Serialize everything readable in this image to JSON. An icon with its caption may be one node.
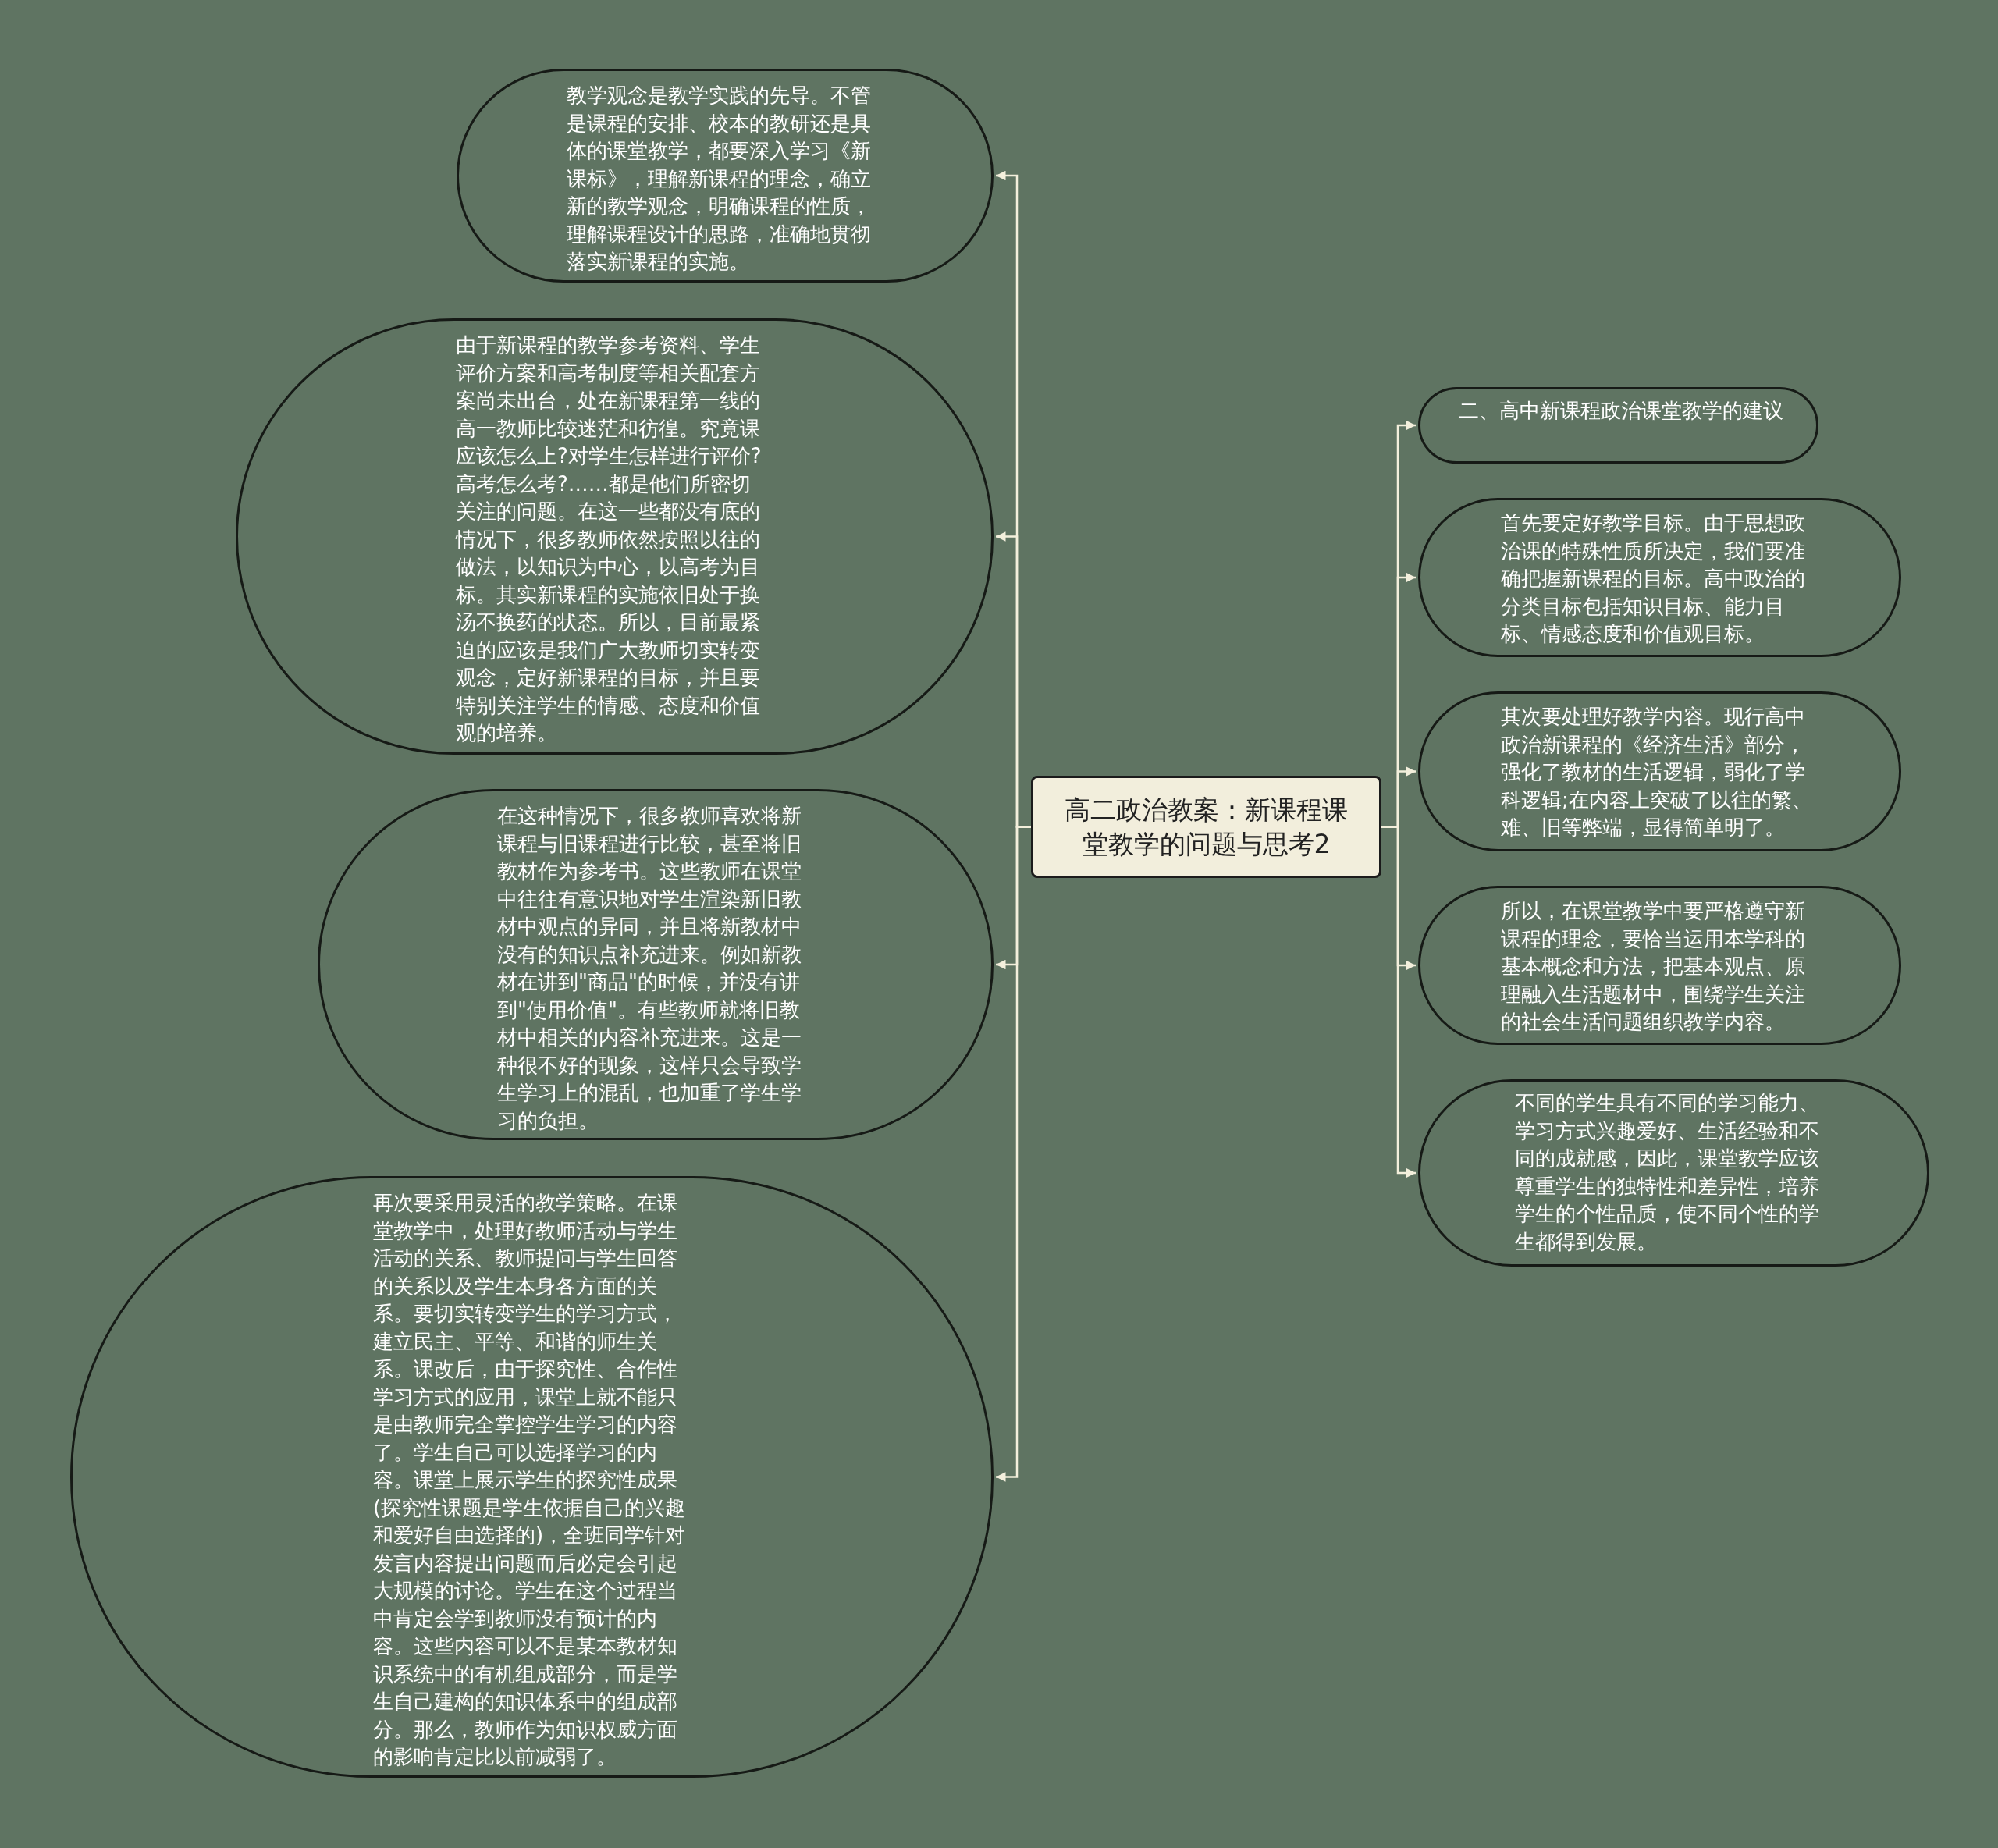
{
  "diagram": {
    "nodes": [
      {
        "text": [
          "高二政治教案：新课程课堂教学的问题与思考2"
        ]
      },
      {
        "text": [
          "教学观念是教学实践的先导。不管是课程的安排、校本的教研还是具体的课堂教学，都要深入学习《新课标》，理解新课程的理念，确立新的教学观念，明确课程的性质，理解课程设计的思路，准确地贯彻落实新课程的实施。"
        ]
      },
      {
        "text": [
          "由于新课程的教学参考资料、学生评价方案和高考制度等相关配套方案尚未出台，处在新课程第一线的高一教师比较迷茫和彷徨。究竟课应该怎么上?对学生怎样进行评价?高考怎么考?……都是他们所密切关注的问题。在这一些都没有底的情况下，很多教师依然按照以往的做法，以知识为中心，以高考为目标。其实新课程的实施依旧处于换汤不换药的状态。所以，目前最紧迫的应该是我们广大教师切实转变观念，定好新课程的目标，并且要特别关注学生的情感、态度和价值观的培养。"
        ]
      },
      {
        "text": [
          "在这种情况下，很多教师喜欢将新课程与旧课程进行比较，甚至将旧教材作为参考书。这些教师在课堂中往往有意识地对学生渲染新旧教材中观点的异同，并且将新教材中没有的知识点补充进来。例如新教材在讲到\"商品\"的时候，并没有讲到\"使用价值\"。有些教师就将旧教材中相关的内容补充进来。这是一种很不好的现象，这样只会导致学生学习上的混乱，也加重了学生学习的负担。"
        ]
      },
      {
        "text": [
          "再次要采用灵活的教学策略。在课堂教学中，处理好教师活动与学生活动的关系、教师提问与学生回答的关系以及学生本身各方面的关系。要切实转变学生的学习方式，建立民主、平等、和谐的师生关系。课改后，由于探究性、合作性学习方式的应用，课堂上就不能只是由教师完全掌控学生学习的内容了。学生自己可以选择学习的内容。课堂上展示学生的探究性成果(探究性课题是学生依据自己的兴趣和爱好自由选择的)，全班同学针对发言内容提出问题而后必定会引起大规模的讨论。学生在这个过程当中肯定会学到教师没有预计的内容。这些内容可以不是某本教材知识系统中的有机组成部分，而是学生自己建构的知识体系中的组成部分。那么，教师作为知识权威方面的影响肯定比以前减弱了。"
        ]
      },
      {
        "text": [
          "二、高中新课程政治课堂教学的建议"
        ]
      },
      {
        "text": [
          "首先要定好教学目标。由于思想政治课的特殊性质所决定，我们要准确把握新课程的目标。高中政治的分类目标包括知识目标、能力目标、情感态度和价值观目标。"
        ]
      },
      {
        "text": [
          "其次要处理好教学内容。现行高中政治新课程的《经济生活》部分，强化了教材的生活逻辑，弱化了学科逻辑;在内容上突破了以往的繁、难、旧等弊端，显得简单明了。"
        ]
      },
      {
        "text": [
          "所以，在课堂教学中要严格遵守新课程的理念，要恰当运用本学科的基本概念和方法，把基本观点、原理融入生活题材中，围绕学生关注的社会生活问题组织教学内容。"
        ]
      },
      {
        "text": [
          "不同的学生具有不同的学习能力、学习方式兴趣爱好、生活经验和不同的成就感，因此，课堂教学应该尊重学生的独特性和差异性，培养学生的个性品质，使不同个性的学生都得到发展。"
        ]
      }
    ],
    "edges": [
      {
        "from": 0,
        "to": 1,
        "arrow": "to"
      },
      {
        "from": 0,
        "to": 2,
        "arrow": "to"
      },
      {
        "from": 0,
        "to": 3,
        "arrow": "to"
      },
      {
        "from": 0,
        "to": 4,
        "arrow": "to"
      },
      {
        "from": 0,
        "to": 5,
        "arrow": "to"
      },
      {
        "from": 0,
        "to": 6,
        "arrow": "to"
      },
      {
        "from": 0,
        "to": 7,
        "arrow": "to"
      },
      {
        "from": 0,
        "to": 8,
        "arrow": "to"
      },
      {
        "from": 0,
        "to": 9,
        "arrow": "to"
      }
    ]
  }
}
